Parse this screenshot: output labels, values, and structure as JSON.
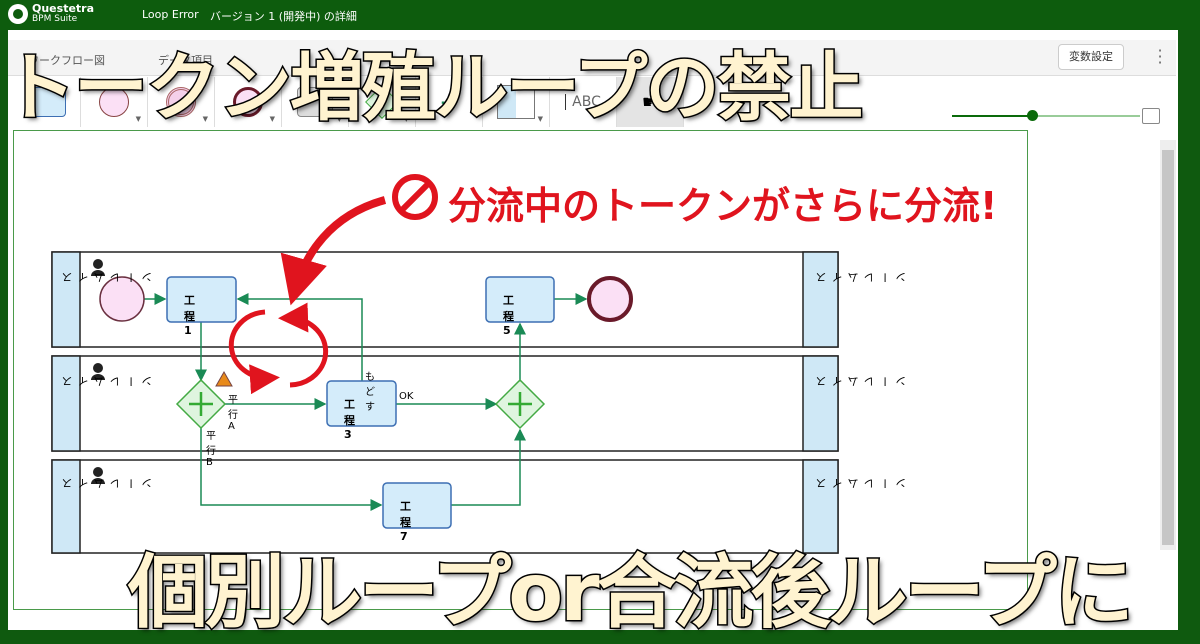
{
  "header": {
    "brand": "Questetra",
    "brand_sub": "BPM Suite",
    "process_name": "Loop Error",
    "version_label": "バージョン 1 (開発中) の詳細"
  },
  "tabs": [
    {
      "label": "ワークフロー図"
    },
    {
      "label": "データ項目"
    }
  ],
  "toolbar": {
    "variables_button": "変数設定",
    "palette_text_label": "ABC",
    "zoom_level": 0.42
  },
  "diagram": {
    "lane_label": "スイムレーン",
    "tasks": {
      "t1": "工程 1",
      "t3": "工程 3",
      "t5": "工程 5",
      "t7": "工程 7"
    },
    "flows": {
      "a": "平行A",
      "b": "平行B",
      "ok": "OK",
      "back": "もどす"
    }
  },
  "overlay": {
    "title": "トークン増殖ループの禁止",
    "callout": "分流中のトークンがさらに分流!",
    "footer": "個別ループor合流後ループに"
  },
  "colors": {
    "header": "#0d5c0d",
    "task_fill": "#d4ecfa",
    "task_border": "#3d6fb3",
    "flow": "#1a8a55",
    "alert": "#e0141e"
  }
}
